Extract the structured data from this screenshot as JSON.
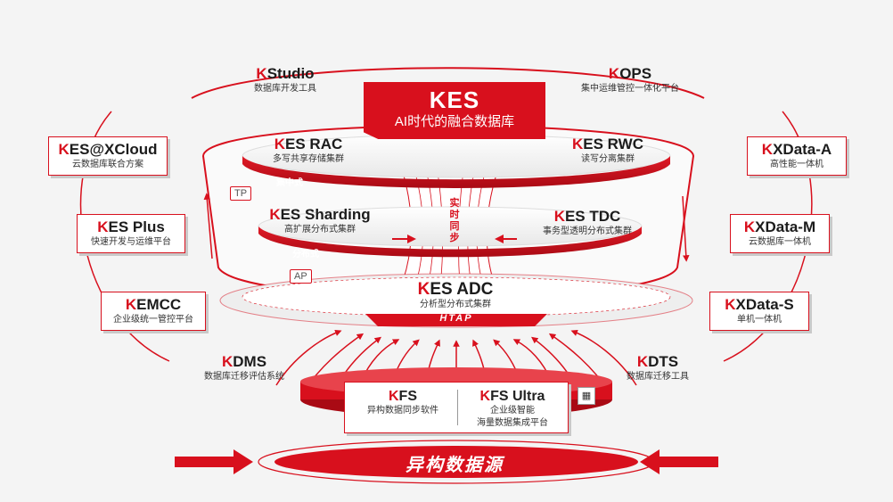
{
  "center": {
    "logo": "KES",
    "tagline": "AI时代的融合数据库"
  },
  "left_top": {
    "name": "Studio",
    "sub": "数据库开发工具"
  },
  "right_top": {
    "name": "OPS",
    "sub": "集中运维管控一体化平台"
  },
  "left_boxes": [
    {
      "name": "ES@XCloud",
      "sub": "云数据库联合方案"
    },
    {
      "name": "ES Plus",
      "sub": "快速开发与运维平台"
    },
    {
      "name": "EMCC",
      "sub": "企业级统一管控平台"
    }
  ],
  "right_boxes": [
    {
      "name": "XData-A",
      "sub": "高性能一体机"
    },
    {
      "name": "XData-M",
      "sub": "云数据库一体机"
    },
    {
      "name": "XData-S",
      "sub": "单机一体机"
    }
  ],
  "left_bottom": {
    "name": "DMS",
    "sub": "数据库迁移评估系统"
  },
  "right_bottom": {
    "name": "DTS",
    "sub": "数据库迁移工具"
  },
  "tier1": {
    "left": {
      "name": "ES RAC",
      "sub": "多写共享存储集群"
    },
    "right": {
      "name": "ES RWC",
      "sub": "读写分离集群"
    },
    "band": "集中式",
    "tag": "TP"
  },
  "tier2": {
    "left": {
      "name": "ES Sharding",
      "sub": "高扩展分布式集群"
    },
    "right": {
      "name": "ES TDC",
      "sub": "事务型透明分布式集群"
    },
    "band": "分布式",
    "tag": "AP"
  },
  "sync_text": "实时同步",
  "adc": {
    "name": "ES ADC",
    "sub": "分析型分布式集群"
  },
  "htap": "HTAP",
  "fs": {
    "left": {
      "name": "FS",
      "sub": "异构数据同步软件"
    },
    "right": {
      "name": "FS Ultra",
      "sub1": "企业级智能",
      "sub2": "海量数据集成平台"
    }
  },
  "source": "异构数据源",
  "colors": {
    "accent": "#d8101d",
    "background": "#f4f4f4"
  }
}
